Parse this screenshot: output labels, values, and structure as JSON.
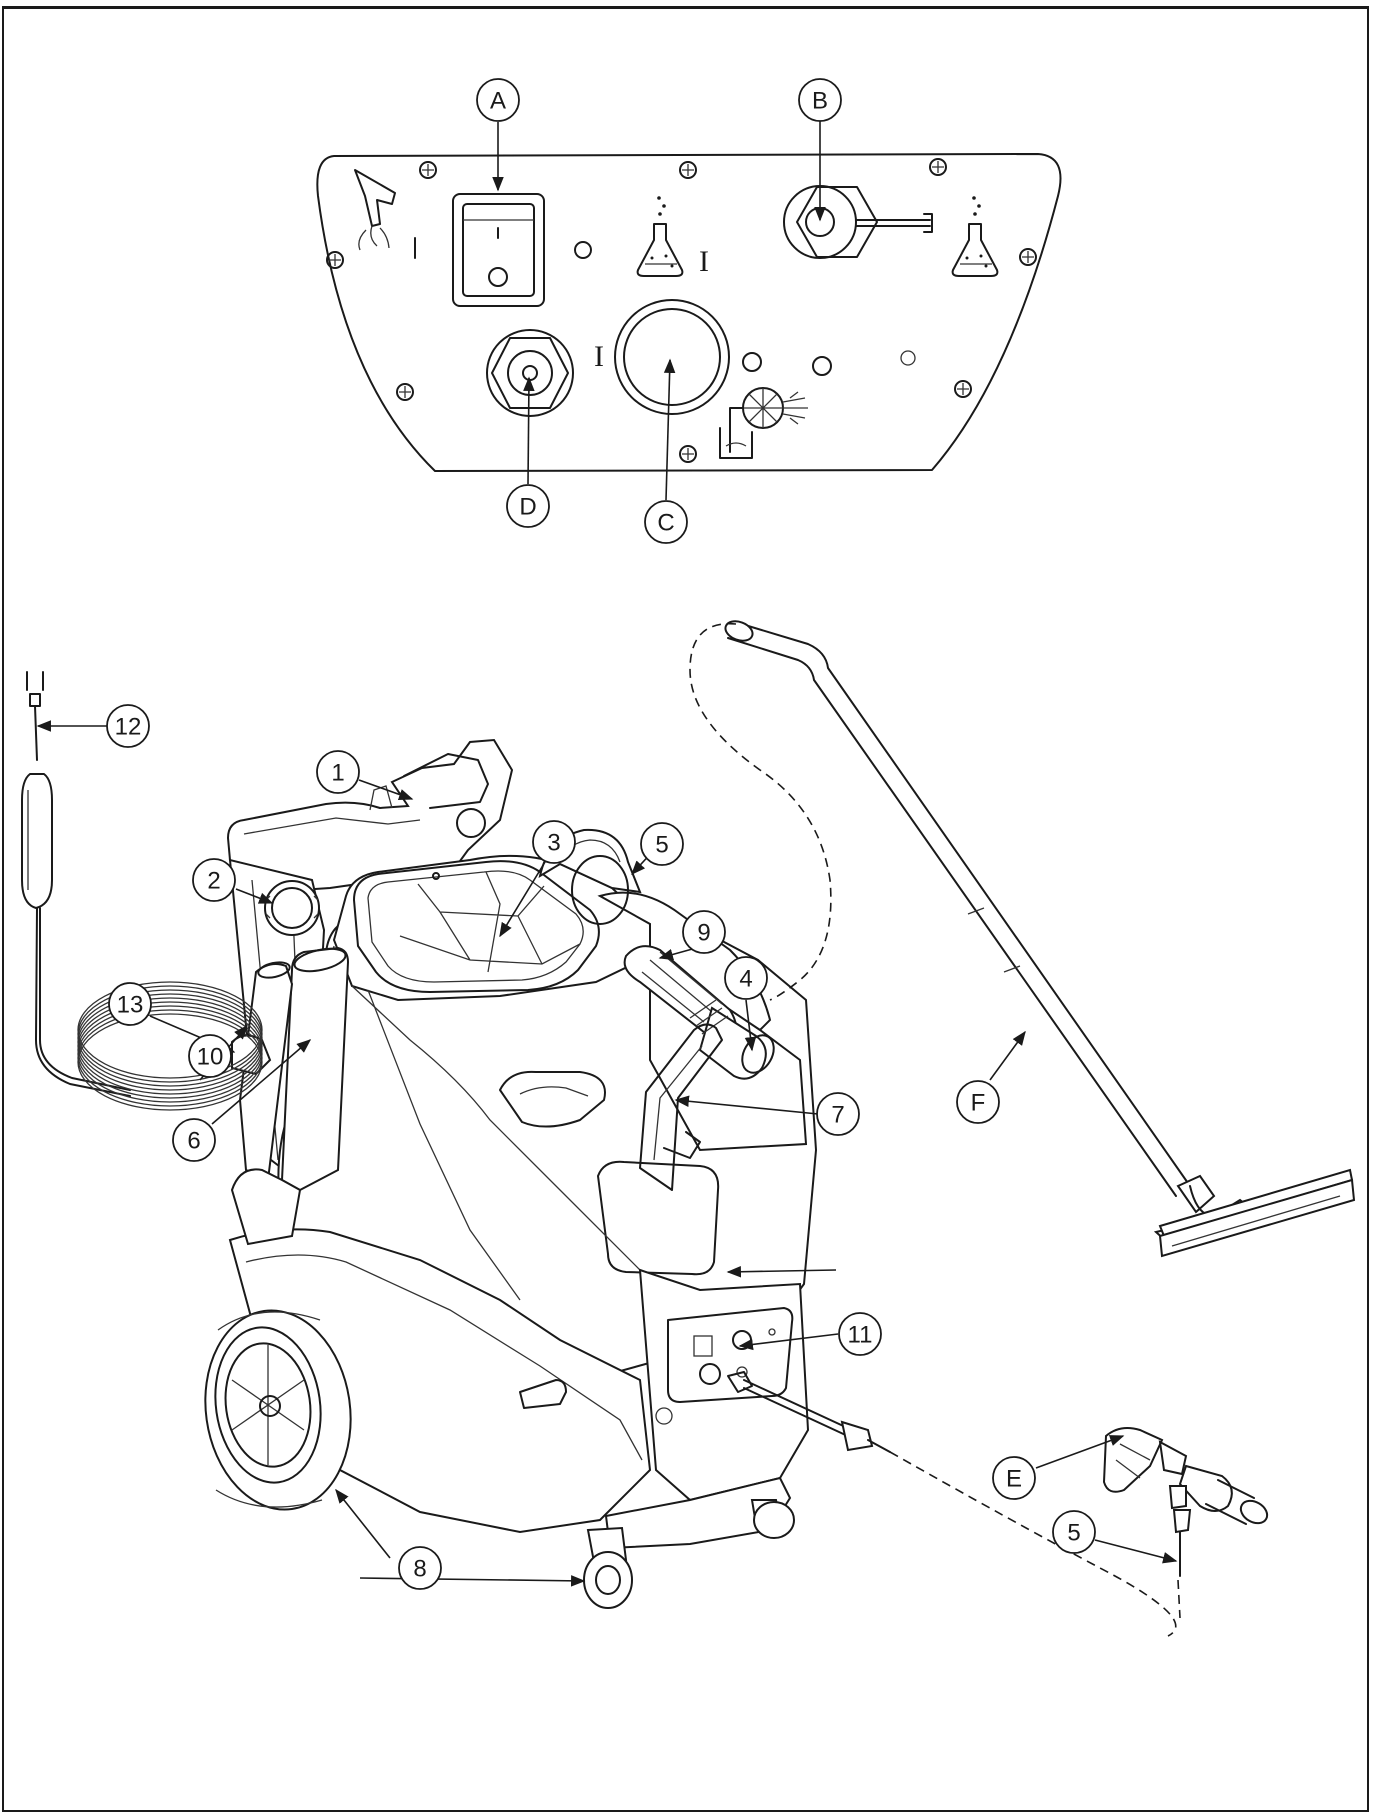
{
  "callouts": {
    "A": "A",
    "B": "B",
    "C": "C",
    "D": "D",
    "E": "E",
    "F": "F",
    "n1": "1",
    "n2": "2",
    "n3": "3",
    "n4": "4",
    "n5a": "5",
    "n5b": "5",
    "n6": "6",
    "n7": "7",
    "n8": "8",
    "n9": "9",
    "n10": "10",
    "n11": "11",
    "n12": "12",
    "n13": "13"
  },
  "panel_marks": {
    "switch_on": "I",
    "pump_on": "I",
    "valve_on": "I"
  },
  "colors": {
    "line": "#1a1a1a",
    "background": "#ffffff"
  }
}
